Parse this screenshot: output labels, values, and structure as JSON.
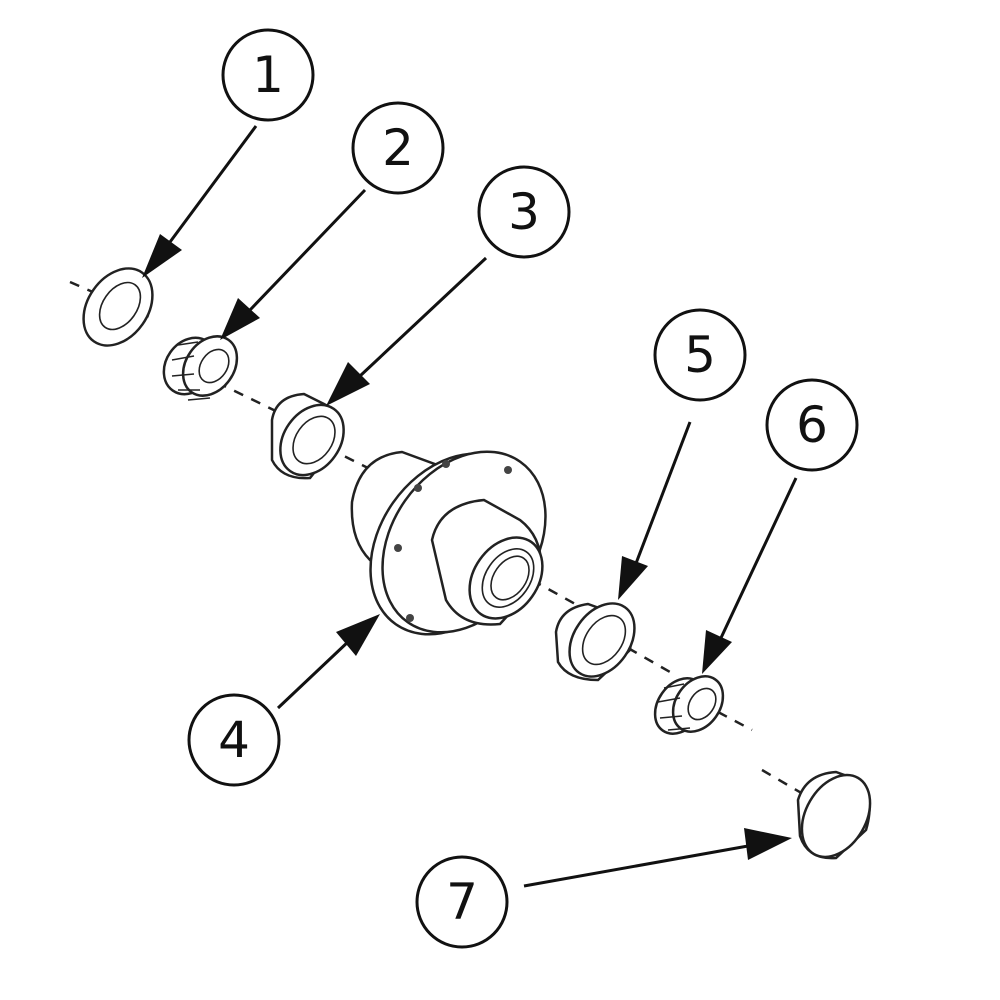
{
  "diagram": {
    "type": "exploded-parts-view",
    "line_color": "#111111",
    "background": "#ffffff",
    "callouts": [
      {
        "id": "1",
        "label": "1"
      },
      {
        "id": "2",
        "label": "2"
      },
      {
        "id": "3",
        "label": "3"
      },
      {
        "id": "4",
        "label": "4"
      },
      {
        "id": "5",
        "label": "5"
      },
      {
        "id": "6",
        "label": "6"
      },
      {
        "id": "7",
        "label": "7"
      }
    ]
  }
}
